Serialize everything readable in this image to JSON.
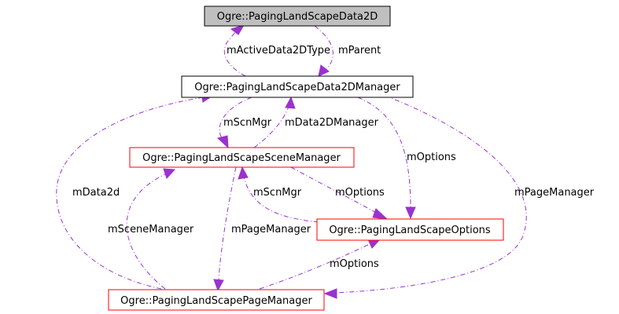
{
  "colors": {
    "edge": "#9a32cd",
    "highlighted_fill": "#bfbfbf",
    "highlighted_stroke": "#000000",
    "normal_stroke": "#ff0000",
    "manager_stroke": "#000000"
  },
  "nodes": {
    "data2d": "Ogre::PagingLandScapeData2D",
    "data2d_manager": "Ogre::PagingLandScapeData2DManager",
    "scene_manager": "Ogre::PagingLandScapeSceneManager",
    "options": "Ogre::PagingLandScapeOptions",
    "page_manager": "Ogre::PagingLandScapePageManager"
  },
  "edges": {
    "active_data2d_type": "mActiveData2DType",
    "parent": "mParent",
    "scn_mgr_1": "mScnMgr",
    "data2d_manager": "mData2DManager",
    "options_1": "mOptions",
    "data2d": "mData2d",
    "scn_mgr_2": "mScnMgr",
    "options_2": "mOptions",
    "page_manager_1": "mPageManager",
    "scene_manager": "mSceneManager",
    "page_manager_2": "mPageManager",
    "options_3": "mOptions"
  }
}
